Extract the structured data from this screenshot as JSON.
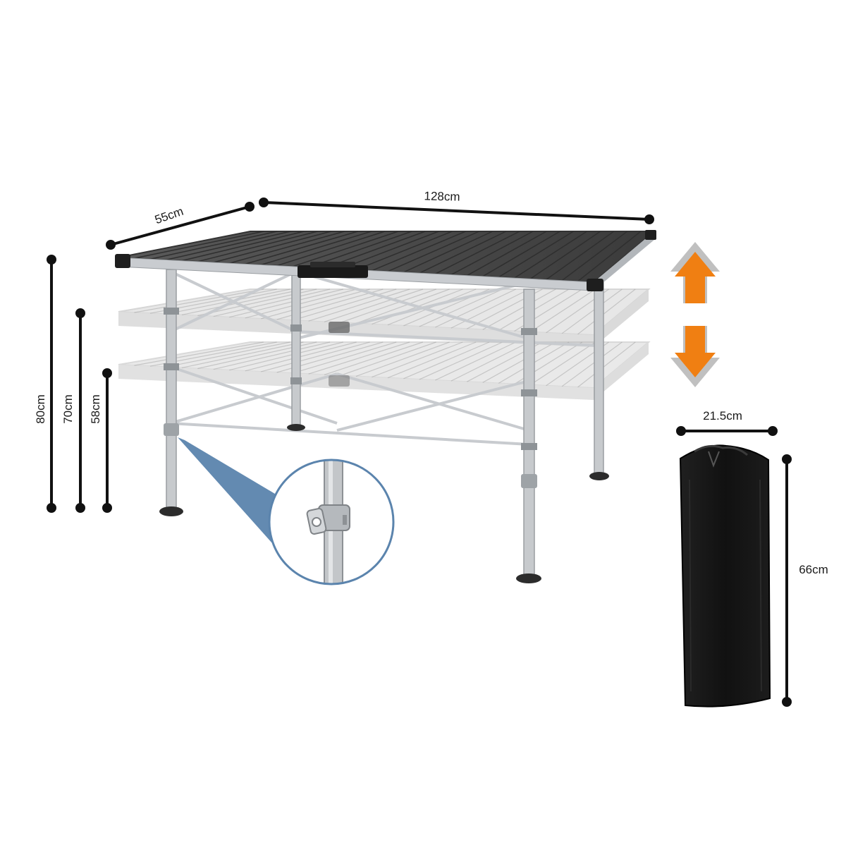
{
  "dimensions": {
    "table_width": "55cm",
    "table_length": "128cm",
    "height_high": "80cm",
    "height_mid": "70cm",
    "height_low": "58cm",
    "bag_width": "21.5cm",
    "bag_height": "66cm"
  },
  "colors": {
    "tabletop": "#4a4a4a",
    "frame": "#b8bcc0",
    "ghost_table": "#d9d9d9",
    "arrow_orange": "#f07f12",
    "callout_blue": "#5b84ad",
    "bag": "#141414",
    "dimension_line": "#111111"
  },
  "icons": {
    "adjust_up": "arrow-up-icon",
    "adjust_down": "arrow-down-icon"
  }
}
